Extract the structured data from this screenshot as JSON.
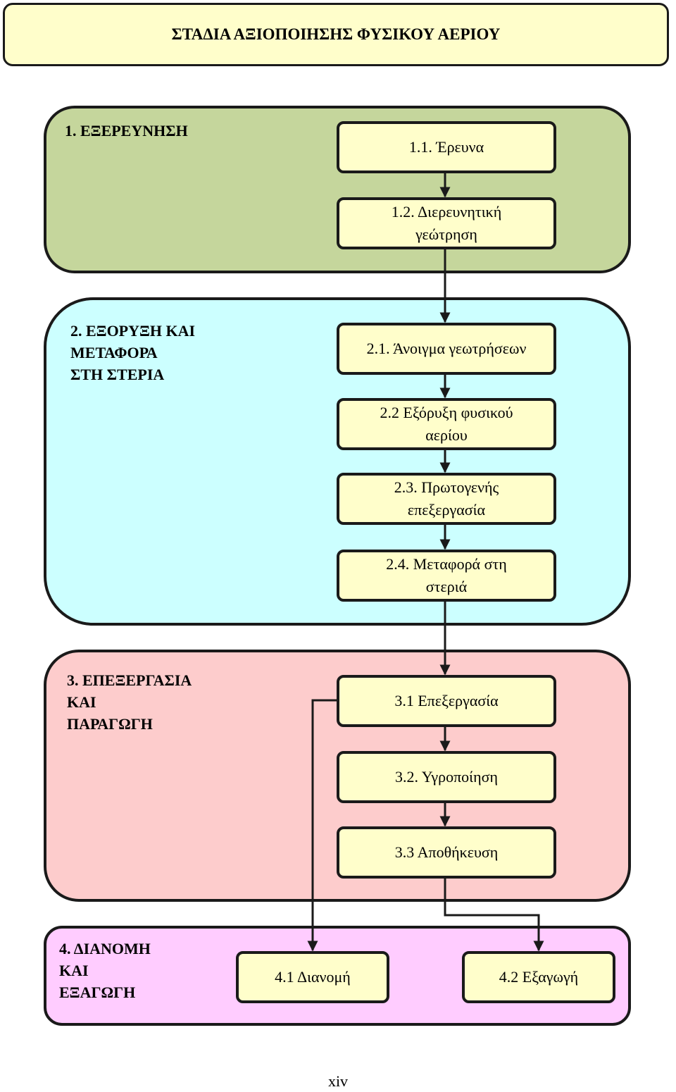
{
  "title": "ΣΤΑΔΙΑ ΑΞΙΟΠΟΙΗΣΗΣ ΦΥΣΙΚΟΥ ΑΕΡΙΟΥ",
  "colors": {
    "stage1": "#c5d69c",
    "stage2": "#ccffff",
    "stage3": "#fdcccc",
    "stage4": "#ffccff",
    "step": "#fffecb"
  },
  "stages": [
    {
      "label": "1. ΕΞΕΡΕΥΝΗΣΗ",
      "steps": [
        "1.1. Έρευνα",
        "1.2. Διερευνητική\nγεώτρηση"
      ]
    },
    {
      "label": "2. ΕΞΟΡΥΞΗ ΚΑΙ\n    ΜΕΤΑΦΟΡΑ\n    ΣΤΗ ΣΤΕΡΙΑ",
      "steps": [
        "2.1. Άνοιγμα γεωτρήσεων",
        "2.2 Εξόρυξη φυσικού\nαερίου",
        "2.3. Πρωτογενής\nεπεξεργασία",
        "2.4. Μεταφορά στη\nστεριά"
      ]
    },
    {
      "label": "3. ΕΠΕΞΕΡΓΑΣΙΑ\n    ΚΑΙ\n    ΠΑΡΑΓΩΓΗ",
      "steps": [
        "3.1 Επεξεργασία",
        "3.2. Υγροποίηση",
        "3.3 Αποθήκευση"
      ]
    },
    {
      "label": "4. ΔΙΑΝΟΜΗ\n    ΚΑΙ\n    ΕΞΑΓΩΓΗ",
      "steps": [
        "4.1 Διανομή",
        "4.2 Εξαγωγή"
      ]
    }
  ],
  "page_number": "xiv"
}
